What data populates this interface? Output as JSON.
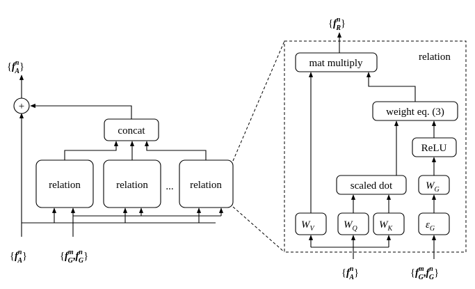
{
  "left": {
    "top_output": {
      "open": "{",
      "f": "f",
      "sup": "n",
      "sub": "A",
      "close": "}"
    },
    "plus": "+",
    "concat": "concat",
    "relation_boxes": [
      "relation",
      "relation",
      "relation"
    ],
    "ellipsis": "...",
    "bottom_input_a": {
      "open": "{",
      "f": "f",
      "sup": "n",
      "sub": "A",
      "close": "}"
    },
    "bottom_input_g": {
      "open": "{",
      "f1": "f",
      "sup1": "m",
      "sub1": "G",
      "comma": ",",
      "f2": "f",
      "sup2": "n",
      "sub2": "G",
      "close": "}"
    }
  },
  "right": {
    "title": "relation",
    "top_output": {
      "open": "{",
      "f": "f",
      "sup": "n",
      "sub": "R",
      "close": "}"
    },
    "mat_multiply": "mat multiply",
    "weight_eq": "weight eq. (3)",
    "relu": "ReLU",
    "scaled_dot": "scaled dot",
    "wg": {
      "w": "W",
      "sub": "G"
    },
    "wv": {
      "w": "W",
      "sub": "V"
    },
    "wq": {
      "w": "W",
      "sub": "Q"
    },
    "wk": {
      "w": "W",
      "sub": "K"
    },
    "eg": {
      "w": "ε",
      "sub": "G"
    },
    "bottom_input_a": {
      "open": "{",
      "f": "f",
      "sup": "n",
      "sub": "A",
      "close": "}"
    },
    "bottom_input_g": {
      "open": "{",
      "f1": "f",
      "sup1": "m",
      "sub1": "G",
      "comma": ",",
      "f2": "f",
      "sup2": "n",
      "sub2": "G",
      "close": "}"
    }
  }
}
